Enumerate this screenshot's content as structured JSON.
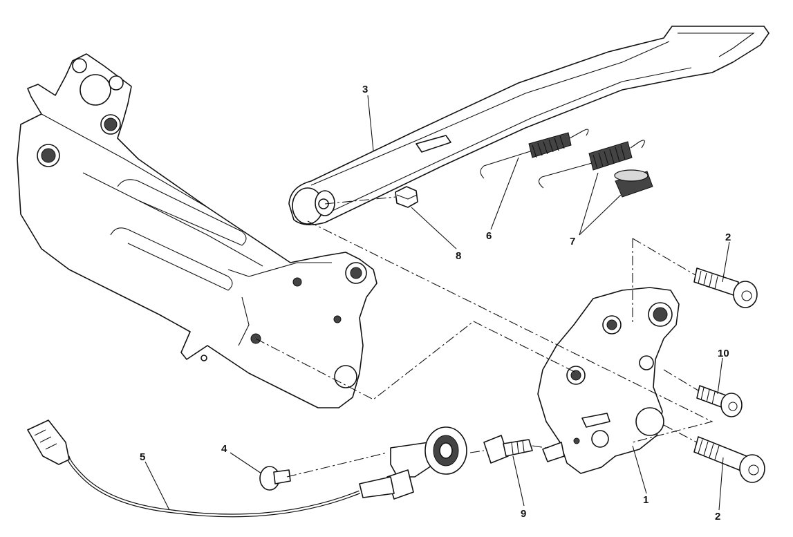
{
  "callouts": [
    {
      "id": "c3",
      "label": "3"
    },
    {
      "id": "c6",
      "label": "6"
    },
    {
      "id": "c7",
      "label": "7"
    },
    {
      "id": "c8",
      "label": "8"
    },
    {
      "id": "c2a",
      "label": "2"
    },
    {
      "id": "c10",
      "label": "10"
    },
    {
      "id": "c4",
      "label": "4"
    },
    {
      "id": "c5",
      "label": "5"
    },
    {
      "id": "c9",
      "label": "9"
    },
    {
      "id": "c1",
      "label": "1"
    },
    {
      "id": "c2b",
      "label": "2"
    }
  ]
}
